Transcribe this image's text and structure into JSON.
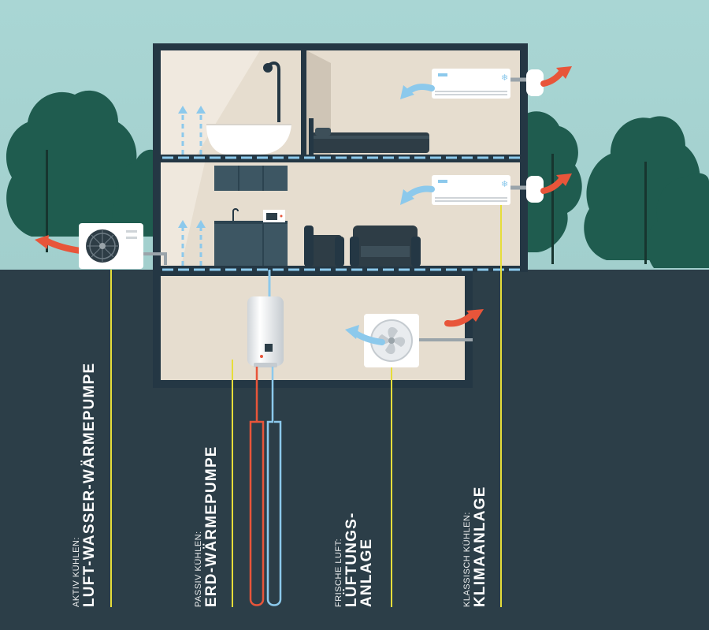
{
  "colors": {
    "sky": "#a7d4d3",
    "ground": "#2c3e48",
    "house_outline": "#243744",
    "room_wall": "#e6ddcf",
    "tree": "#1f5c4f",
    "leader_line": "#e6dd3a",
    "warm_arrow": "#e8553a",
    "cool_arrow": "#8cc9ec",
    "hot_pipe": "#e8553a",
    "cold_pipe": "#8cc9ec"
  },
  "labels": [
    {
      "id": "luft-wasser",
      "prefix": "AKTIV KÜHLEN:",
      "lines": [
        "LUFT-WASSER-WÄRMEPUMPE"
      ]
    },
    {
      "id": "erd",
      "prefix": "PASSIV KÜHLEN:",
      "lines": [
        "ERD-WÄRMEPUMPE"
      ]
    },
    {
      "id": "lueftung",
      "prefix": "FRISCHE LUFT:",
      "lines": [
        "LÜFTUNGS-",
        "ANLAGE"
      ]
    },
    {
      "id": "klima",
      "prefix": "KLASSISCH KÜHLEN:",
      "lines": [
        "KLIMAANLAGE"
      ]
    }
  ],
  "icons": {
    "outdoor_unit": "heat-pump-outdoor-unit-icon",
    "wall_ac": "split-air-conditioner-icon",
    "fan": "ventilation-fan-icon",
    "boiler": "hot-water-storage-tank-icon",
    "snowflake": "snowflake-icon"
  }
}
